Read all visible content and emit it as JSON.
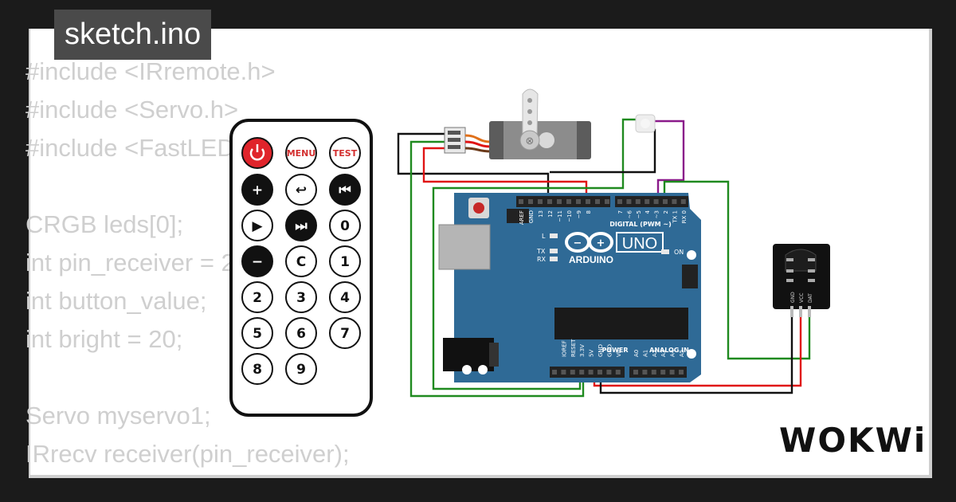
{
  "file_tab": {
    "label": "sketch.ino"
  },
  "code_lines": [
    "#include <IRremote.h>",
    "#include <Servo.h>",
    "#include <FastLED.h>",
    "",
    "CRGB leds[0];",
    "int pin_receiver = 2;",
    "int button_value;",
    "int bright = 20;",
    "",
    "Servo myservo1;",
    "IRrecv receiver(pin_receiver);"
  ],
  "remote": {
    "buttons": [
      {
        "name": "power-button",
        "label": "",
        "color": "#e0242b"
      },
      {
        "name": "menu-button",
        "label": "MENU"
      },
      {
        "name": "test-button",
        "label": "TEST"
      },
      {
        "name": "plus-button",
        "label": "+"
      },
      {
        "name": "back-button",
        "label": "↩"
      },
      {
        "name": "prev-button",
        "label": "⏮"
      },
      {
        "name": "play-button",
        "label": "▶"
      },
      {
        "name": "next-button",
        "label": "⏭"
      },
      {
        "name": "zero-button",
        "label": "0"
      },
      {
        "name": "minus-button",
        "label": "−"
      },
      {
        "name": "c-button",
        "label": "C"
      },
      {
        "name": "one-button",
        "label": "1"
      },
      {
        "name": "two-button",
        "label": "2"
      },
      {
        "name": "three-button",
        "label": "3"
      },
      {
        "name": "four-button",
        "label": "4"
      },
      {
        "name": "five-button",
        "label": "5"
      },
      {
        "name": "six-button",
        "label": "6"
      },
      {
        "name": "seven-button",
        "label": "7"
      },
      {
        "name": "eight-button",
        "label": "8"
      },
      {
        "name": "nine-button",
        "label": "9"
      }
    ]
  },
  "arduino": {
    "brand": "ARDUINO",
    "model": "UNO",
    "digital_label": "DIGITAL (PWM ~)",
    "power_label": "POWER",
    "analog_label": "ANALOG IN",
    "on_label": "ON",
    "l_label": "L",
    "tx_label": "TX",
    "rx_label": "RX",
    "top_pins": [
      "AREF",
      "GND",
      "13",
      "12",
      "~11",
      "~10",
      "~9",
      "8",
      "7",
      "~6",
      "~5",
      "4",
      "~3",
      "2",
      "TX 1",
      "RX 0"
    ],
    "power_pins": [
      "IOREF",
      "RESET",
      "3.3V",
      "5V",
      "GND",
      "GND",
      "Vin"
    ],
    "analog_pins": [
      "A0",
      "A1",
      "A2",
      "A3",
      "A4",
      "A5"
    ],
    "color": "#2f6a96"
  },
  "ir_receiver": {
    "pins": [
      "GND",
      "VCC",
      "DAT"
    ]
  },
  "wire_colors": {
    "black": "#111111",
    "red": "#e01414",
    "green": "#1f8a1f",
    "purple": "#8a1a8a"
  },
  "logo": {
    "text": "WOKWi"
  }
}
